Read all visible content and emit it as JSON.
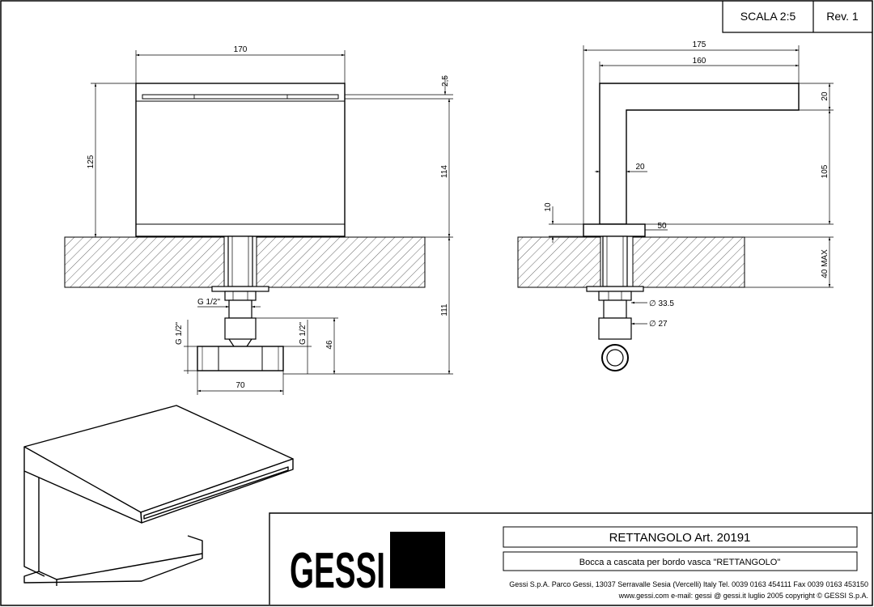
{
  "header": {
    "scale": "SCALA 2:5",
    "revision": "Rev. 1"
  },
  "front_view": {
    "width_170": "170",
    "gap_2_5": "2,5",
    "height_125": "125",
    "height_114": "114",
    "height_111": "111",
    "thread_top": "G 1/2\"",
    "thread_left": "G 1/2\"",
    "thread_right": "G 1/2\"",
    "height_46": "46",
    "width_70": "70"
  },
  "side_view": {
    "depth_175": "175",
    "depth_160": "160",
    "thickness_20_top": "20",
    "stem_20": "20",
    "height_105": "105",
    "base_10": "10",
    "base_50": "50",
    "deck_40max": "40 MAX",
    "diam_33_5": "∅ 33.5",
    "diam_27": "∅ 27"
  },
  "title_block": {
    "logo_text": "GESSI",
    "product": "RETTANGOLO  Art. 20191",
    "description": "Bocca a cascata per bordo vasca \"RETTANGOLO\"",
    "company_line": "Gessi S.p.A. Parco Gessi, 13037 Serravalle Sesia (Vercelli) Italy Tel. 0039  0163 454111 Fax 0039 0163 453150",
    "web_line": "www.gessi.com e-mail: gessi @ gessi.it luglio 2005 copyright © GESSI S.p.A."
  }
}
